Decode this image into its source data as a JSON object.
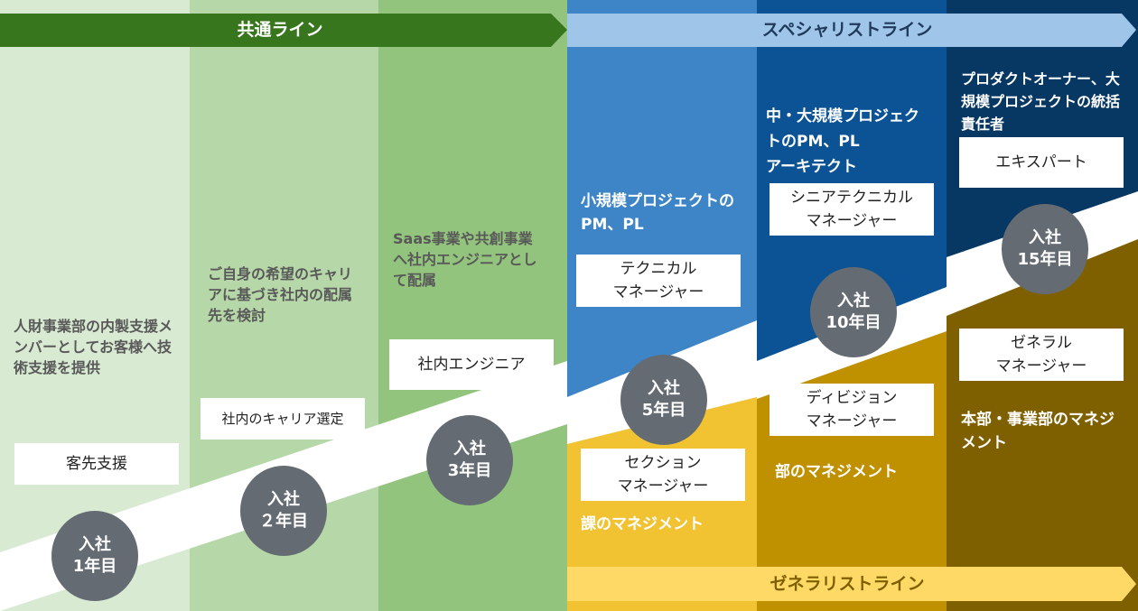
{
  "colors": {
    "green1": "#d9ead3",
    "green2": "#b6d7a8",
    "green3": "#93c47d",
    "green_bar": "#38761d",
    "blue1": "#3d85c6",
    "blue2": "#0b5394",
    "blue3": "#073763",
    "blue_bar": "#9fc5e8",
    "yellow1": "#f1c232",
    "yellow2": "#bf9000",
    "yellow3": "#7f6000",
    "yellow_bar": "#ffd966",
    "circle": "#646b72"
  },
  "bars": {
    "common": "共通ライン",
    "specialist": "スペシャリストライン",
    "generalist": "ゼネラリストライン"
  },
  "common": [
    {
      "desc": "人財事業部の内製支援メンバーとしてお客様へ技術支援を提供",
      "role": "客先支援",
      "year_a": "入社",
      "year_b": "1年目"
    },
    {
      "desc": "ご自身の希望のキャリアに基づき社内の配属先を検討",
      "role": "社内のキャリア選定",
      "year_a": "入社",
      "year_b": "２年目"
    },
    {
      "desc": "Saas事業や共創事業へ社内エンジニアとして配属",
      "role": "社内エンジニア",
      "year_a": "入社",
      "year_b": "3年目"
    }
  ],
  "specialist": [
    {
      "desc": "小規模プロジェクトのPM、PL",
      "role": "テクニカル\nマネージャー"
    },
    {
      "desc": "中・大規模プロジェクトのPM、PL\nアーキテクト",
      "role": "シニアテクニカル\nマネージャー"
    },
    {
      "desc": "プロダクトオーナー、大規模プロジェクトの統括責任者",
      "role": "エキスパート"
    }
  ],
  "generalist": [
    {
      "desc": "課のマネジメント",
      "role": "セクション\nマネージャー"
    },
    {
      "desc": "部のマネジメント",
      "role": "ディビジョン\nマネージャー"
    },
    {
      "desc": "本部・事業部のマネジメント",
      "role": "ゼネラル\nマネージャー"
    }
  ],
  "milestones": [
    {
      "a": "入社",
      "b": "5年目"
    },
    {
      "a": "入社",
      "b": "10年目"
    },
    {
      "a": "入社",
      "b": "15年目"
    }
  ]
}
